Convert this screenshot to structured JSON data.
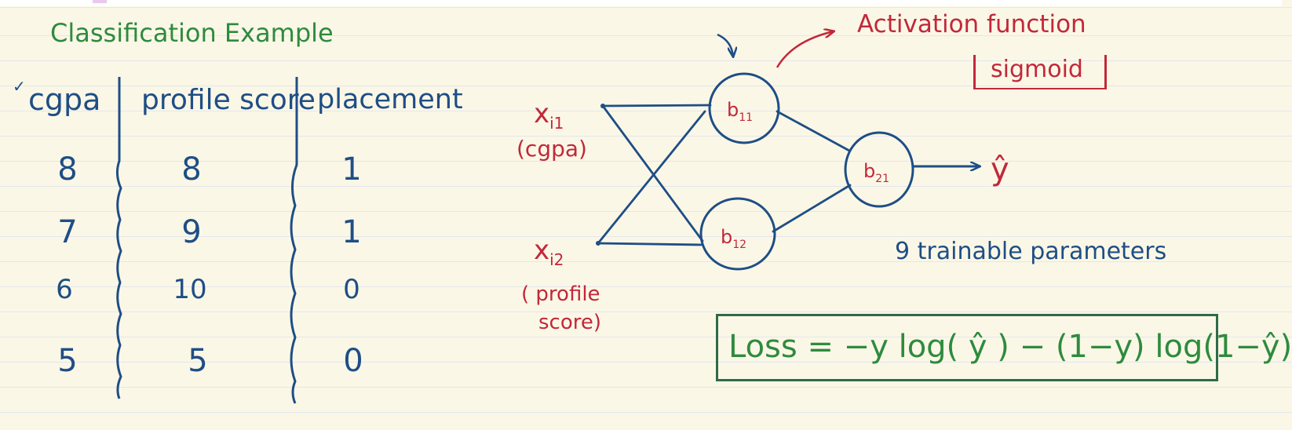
{
  "title": "Classification Example",
  "table": {
    "check_mark": "✓",
    "headers": [
      "cgpa",
      "profile score",
      "placement"
    ],
    "rows": [
      [
        "8",
        "8",
        "1"
      ],
      [
        "7",
        "9",
        "1"
      ],
      [
        "6",
        "10",
        "0"
      ],
      [
        "5",
        "5",
        "0"
      ]
    ]
  },
  "network": {
    "inputs": [
      {
        "label": "x",
        "sub": "i1",
        "feature": "(cgpa)"
      },
      {
        "label": "x",
        "sub": "i2",
        "feature_line1": "( profile",
        "feature_line2": "score)"
      }
    ],
    "hidden_nodes": [
      {
        "label": "b",
        "sub": "11"
      },
      {
        "label": "b",
        "sub": "12"
      }
    ],
    "output_node": {
      "label": "b",
      "sub": "21"
    },
    "output_label": "ŷ",
    "activation_label": "Activation function",
    "activation_value": "sigmoid",
    "trainable_note": "9 trainable parameters"
  },
  "loss": "Loss = −y log( ŷ ) − (1−y) log(1−ŷ)",
  "colors": {
    "paper": "#fbf7e6",
    "ink_blue": "#1e4e86",
    "ink_green": "#2e8b3e",
    "ink_red": "#c2283a"
  }
}
